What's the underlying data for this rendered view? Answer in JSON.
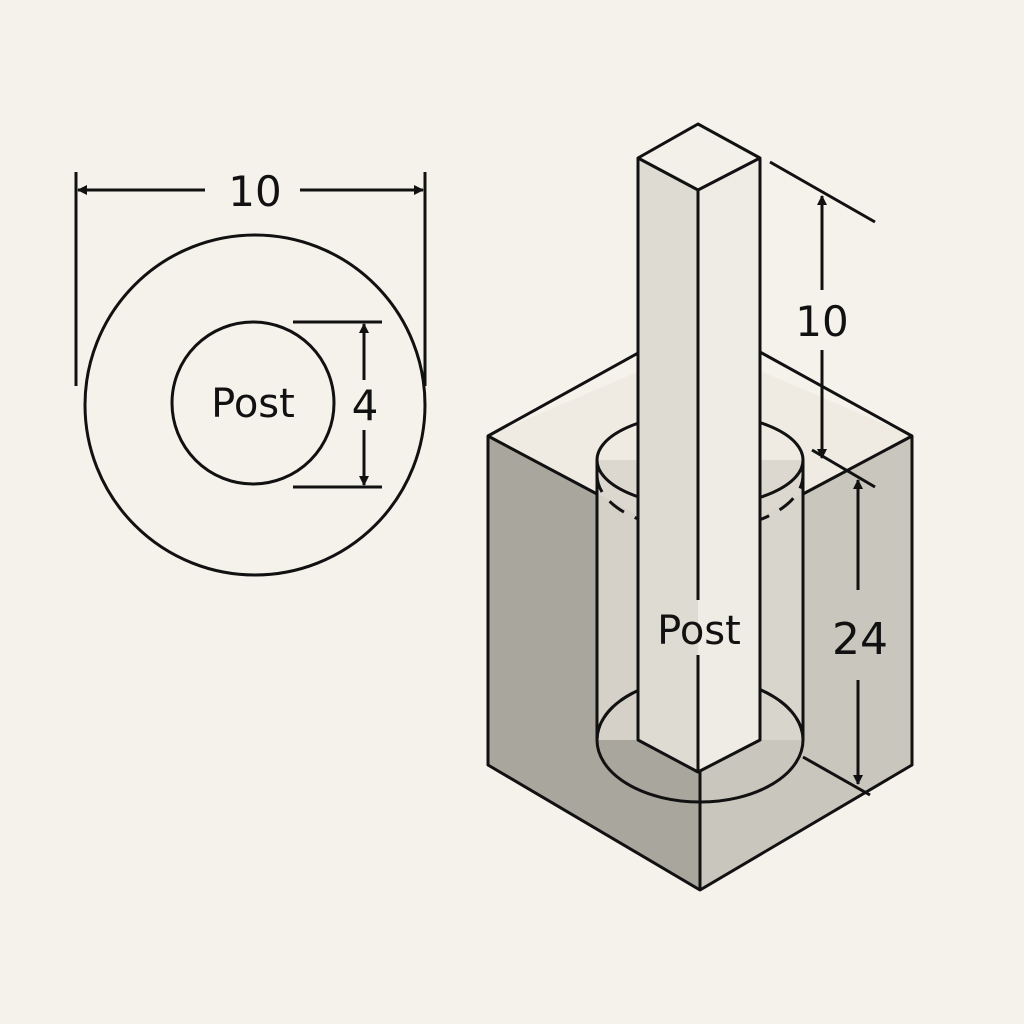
{
  "plan_view": {
    "outer_diameter": "10",
    "post_diameter": "4",
    "post_label": "Post"
  },
  "iso_view": {
    "post_above_grade": "10",
    "embed_depth": "24",
    "post_label": "Post"
  },
  "colors": {
    "background": "#f5f2eb",
    "concrete_dark": "#a9a69d",
    "concrete_light": "#c9c6bd",
    "post": "#e6e3da",
    "top": "#efebe2",
    "hole": "#8d8a84"
  }
}
